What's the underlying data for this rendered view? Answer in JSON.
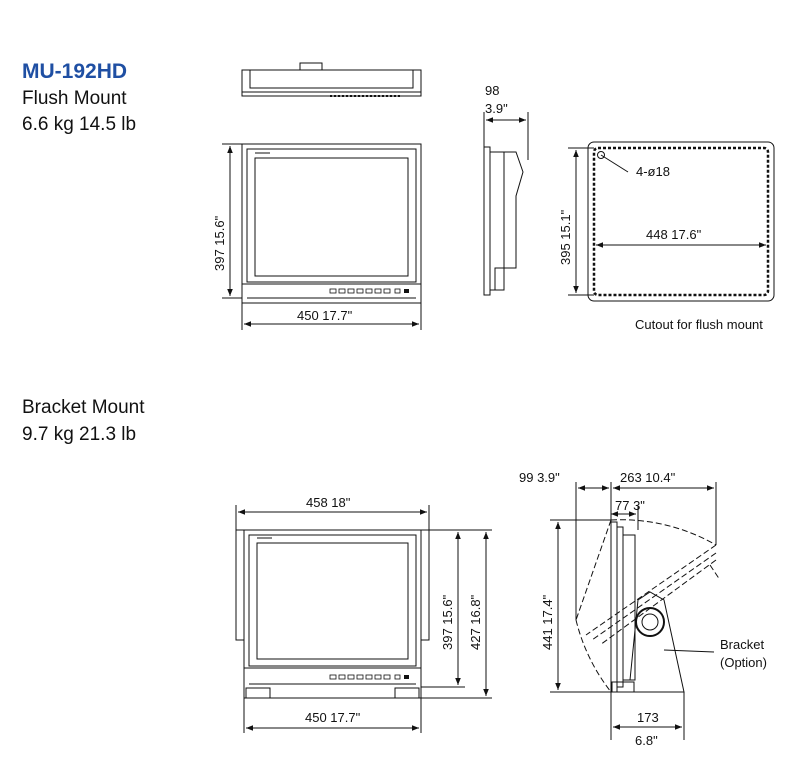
{
  "brand_color": "#1f4fa3",
  "model": "MU-192HD",
  "flush": {
    "title": "Flush Mount",
    "weight": "6.6 kg  14.5 lb",
    "depth_mm": "98",
    "depth_in": "3.9\"",
    "height_dim": "397  15.6\"",
    "width_dim": "450  17.7\"",
    "cutout_height_dim": "395  15.1\"",
    "cutout_width_dim": "448  17.6\"",
    "holes": "4-ø18",
    "cutout_caption": "Cutout for flush mount"
  },
  "bracket": {
    "title": "Bracket Mount",
    "weight": "9.7 kg  21.3 lb",
    "top_width_dim": "458 18\"",
    "width_dim": "450  17.7\"",
    "screen_height_dim": "397  15.6\"",
    "total_height_dim": "427  16.8\"",
    "side_height_dim": "441  17.4\"",
    "front_offset_dim": "99  3.9\"",
    "swing_dim": "263  10.4\"",
    "pivot_dim": "77  3\"",
    "base_mm": "173",
    "base_in": "6.8\"",
    "bracket_label_1": "Bracket",
    "bracket_label_2": "(Option)"
  }
}
